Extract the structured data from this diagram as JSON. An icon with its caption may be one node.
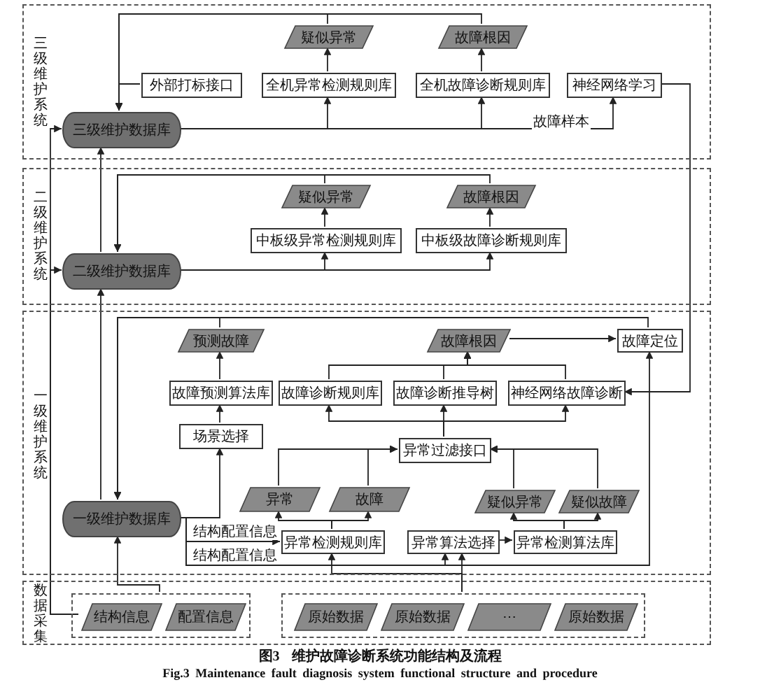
{
  "diagram": {
    "caption": "图3 维护故障诊断系统功能结构及流程",
    "nodes": [
      {
        "text": [
          "三级维护系统"
        ]
      },
      {
        "text": [
          "疑似异常"
        ],
        "in": 0
      },
      {
        "text": [
          "故障根因"
        ],
        "in": 0
      },
      {
        "text": [
          "外部打标接口"
        ],
        "in": 0
      },
      {
        "text": [
          "全机异常检测规则库"
        ],
        "in": 0
      },
      {
        "text": [
          "全机故障诊断规则库"
        ],
        "in": 0
      },
      {
        "text": [
          "神经网络学习"
        ],
        "in": 0
      },
      {
        "text": [
          "三级维护数据库"
        ],
        "in": 0
      },
      {
        "text": [
          "二级维护系统"
        ]
      },
      {
        "text": [
          "疑似异常"
        ],
        "in": 8
      },
      {
        "text": [
          "故障根因"
        ],
        "in": 8
      },
      {
        "text": [
          "中板级异常检测规则库"
        ],
        "in": 8
      },
      {
        "text": [
          "中板级故障诊断规则库"
        ],
        "in": 8
      },
      {
        "text": [
          "二级维护数据库"
        ],
        "in": 8
      },
      {
        "text": [
          "一级维护系统"
        ]
      },
      {
        "text": [
          "预测故障"
        ],
        "in": 14
      },
      {
        "text": [
          "故障根因"
        ],
        "in": 14
      },
      {
        "text": [
          "故障定位"
        ],
        "in": 14
      },
      {
        "text": [
          "故障预测算法库"
        ],
        "in": 14
      },
      {
        "text": [
          "故障诊断规则库"
        ],
        "in": 14
      },
      {
        "text": [
          "故障诊断推导树"
        ],
        "in": 14
      },
      {
        "text": [
          "神经网络故障诊断"
        ],
        "in": 14
      },
      {
        "text": [
          "场景选择"
        ],
        "in": 14
      },
      {
        "text": [
          "异常过滤接口"
        ],
        "in": 14
      },
      {
        "text": [
          "异常"
        ],
        "in": 14
      },
      {
        "text": [
          "故障"
        ],
        "in": 14
      },
      {
        "text": [
          "疑似异常"
        ],
        "in": 14
      },
      {
        "text": [
          "疑似故障"
        ],
        "in": 14
      },
      {
        "text": [
          "一级维护数据库"
        ],
        "in": 14
      },
      {
        "text": [
          "异常检测规则库"
        ],
        "in": 14
      },
      {
        "text": [
          "异常算法选择"
        ],
        "in": 14
      },
      {
        "text": [
          "异常检测算法库"
        ],
        "in": 14
      },
      {
        "text": [
          "数据采集"
        ]
      },
      {
        "text": [],
        "shape": "box",
        "in": 32
      },
      {
        "text": [
          "结构信息"
        ],
        "in": 33
      },
      {
        "text": [
          "配置信息"
        ],
        "in": 33
      },
      {
        "text": [],
        "shape": "box",
        "in": 32
      },
      {
        "text": [
          "原始数据"
        ],
        "in": 36
      },
      {
        "text": [
          "原始数据"
        ],
        "in": 36
      },
      {
        "text": [
          "⋯"
        ],
        "in": 36
      },
      {
        "text": [
          "原始数据"
        ],
        "in": 36
      }
    ],
    "edges": [
      {
        "from": 1,
        "to": 7,
        "arrow": "to"
      },
      {
        "from": 2,
        "to": 7,
        "arrow": "to"
      },
      {
        "from": 3,
        "to": 7,
        "arrow": "to"
      },
      {
        "from": 7,
        "to": 4,
        "arrow": "to"
      },
      {
        "from": 7,
        "to": 5,
        "arrow": "to"
      },
      {
        "from": 7,
        "to": 6,
        "arrow": "to",
        "label": "故障样本"
      },
      {
        "from": 4,
        "to": 1,
        "arrow": "to"
      },
      {
        "from": 5,
        "to": 2,
        "arrow": "to"
      },
      {
        "from": 6,
        "to": 21,
        "arrow": "to"
      },
      {
        "from": 9,
        "to": 13,
        "arrow": "to"
      },
      {
        "from": 10,
        "to": 13,
        "arrow": "to"
      },
      {
        "from": 13,
        "to": 11,
        "arrow": "to"
      },
      {
        "from": 13,
        "to": 12,
        "arrow": "to"
      },
      {
        "from": 11,
        "to": 9,
        "arrow": "to"
      },
      {
        "from": 12,
        "to": 10,
        "arrow": "to"
      },
      {
        "from": 13,
        "to": 7,
        "arrow": "to"
      },
      {
        "from": 28,
        "to": 13,
        "arrow": "to"
      },
      {
        "from": 34,
        "to": 7,
        "arrow": "to"
      },
      {
        "from": 34,
        "to": 13,
        "arrow": "to"
      },
      {
        "from": 15,
        "to": 28,
        "arrow": "to"
      },
      {
        "from": 17,
        "to": 28,
        "arrow": "to"
      },
      {
        "from": 16,
        "to": 17,
        "arrow": "to"
      },
      {
        "from": 18,
        "to": 15,
        "arrow": "to"
      },
      {
        "from": 22,
        "to": 18,
        "arrow": "to"
      },
      {
        "from": 19,
        "to": 16,
        "arrow": "to"
      },
      {
        "from": 20,
        "to": 16,
        "arrow": "to"
      },
      {
        "from": 21,
        "to": 16,
        "arrow": "to"
      },
      {
        "from": 23,
        "to": 19,
        "arrow": "to"
      },
      {
        "from": 23,
        "to": 20,
        "arrow": "to"
      },
      {
        "from": 23,
        "to": 21,
        "arrow": "to"
      },
      {
        "from": 24,
        "to": 23,
        "arrow": "to"
      },
      {
        "from": 25,
        "to": 23,
        "arrow": "to"
      },
      {
        "from": 26,
        "to": 23,
        "arrow": "to"
      },
      {
        "from": 27,
        "to": 23,
        "arrow": "to"
      },
      {
        "from": 28,
        "to": 22,
        "arrow": "to"
      },
      {
        "from": 28,
        "to": 29,
        "arrow": "to",
        "label": "结构配置信息"
      },
      {
        "from": 28,
        "to": 30,
        "arrow": "to",
        "label": "结构配置信息"
      },
      {
        "from": 29,
        "to": 24,
        "arrow": "to"
      },
      {
        "from": 29,
        "to": 25,
        "arrow": "to"
      },
      {
        "from": 30,
        "to": 31,
        "arrow": "to"
      },
      {
        "from": 31,
        "to": 26,
        "arrow": "to"
      },
      {
        "from": 31,
        "to": 27,
        "arrow": "to"
      },
      {
        "from": 36,
        "to": 30,
        "arrow": "to"
      },
      {
        "from": 36,
        "to": 29,
        "arrow": "to"
      },
      {
        "from": 28,
        "to": 17,
        "arrow": "to"
      },
      {
        "from": 33,
        "to": 28,
        "arrow": "to"
      }
    ],
    "labels": [
      "Fig.3 Maintenance fault diagnosis system functional structure and procedure"
    ]
  }
}
